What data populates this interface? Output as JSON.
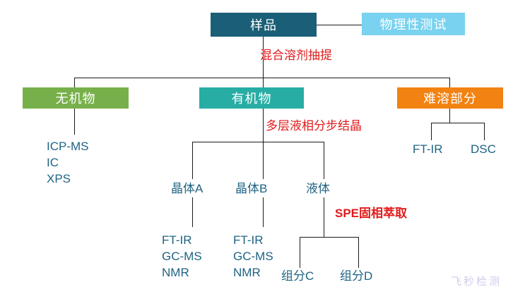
{
  "diagram": {
    "title_boxes": [
      {
        "key": "sample",
        "label": "样品",
        "color": "#1a5f77"
      },
      {
        "key": "physical",
        "label": "物理性测试",
        "color": "#79d2ef"
      },
      {
        "key": "inorganic",
        "label": "无机物",
        "color": "#77b04a"
      },
      {
        "key": "organic",
        "label": "有机物",
        "color": "#27ada4"
      },
      {
        "key": "insoluble",
        "label": "难溶部分",
        "color": "#f28211"
      }
    ],
    "boxes": {
      "sample": "样品",
      "physical_test": "物理性测试",
      "inorganic": "无机物",
      "organic": "有机物",
      "insoluble": "难溶部分"
    },
    "annotations": {
      "mixed_solvent_extraction": "混合溶剂抽提",
      "multilayer_crystallization": "多层液相分步结晶",
      "spe_extraction": "SPE固相萃取",
      "color": "#e11b1b"
    },
    "nodes": {
      "crystal_a": "晶体A",
      "crystal_b": "晶体B",
      "liquid": "液体",
      "component_c": "组分C",
      "component_d": "组分D"
    },
    "leaf_lists": {
      "inorganic_methods": [
        "ICP-MS",
        "IC",
        "XPS"
      ],
      "insoluble_methods_left": "FT-IR",
      "insoluble_methods_right": "DSC",
      "crystal_a_methods": [
        "FT-IR",
        "GC-MS",
        "NMR"
      ],
      "crystal_b_methods": [
        "FT-IR",
        "GC-MS",
        "NMR"
      ]
    },
    "leaf_text_color": "#1f6383",
    "line_color": "#1a1a1a",
    "watermark": "飞秒检测"
  }
}
